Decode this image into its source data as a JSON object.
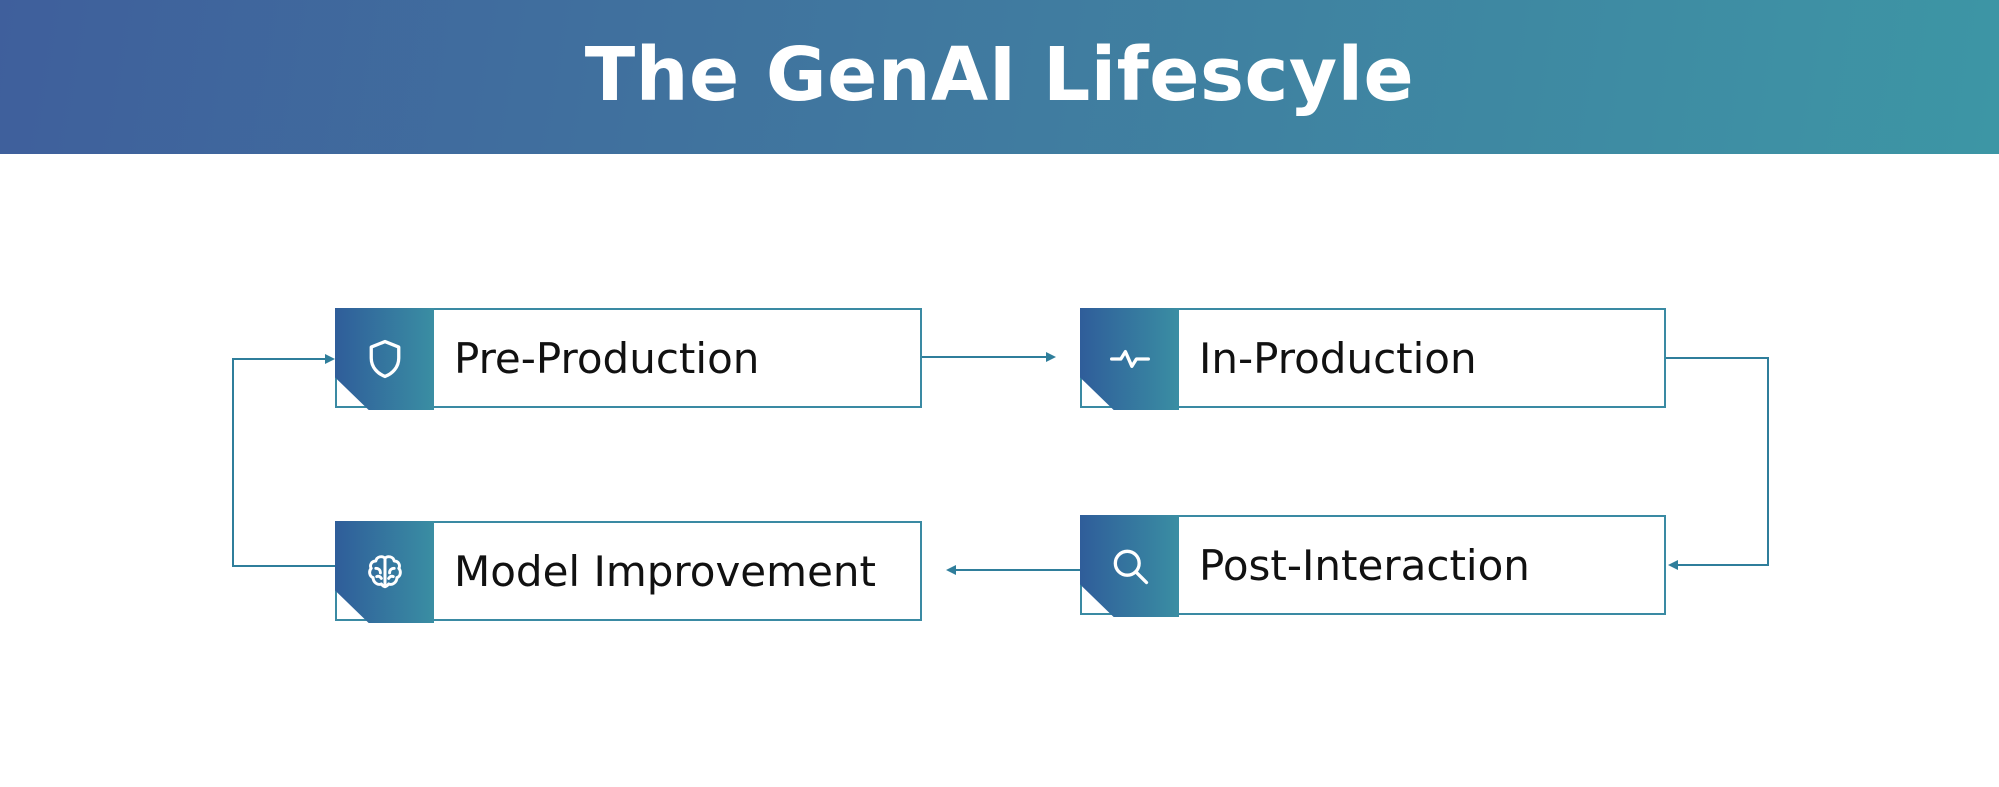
{
  "header": {
    "title": "The GenAI Lifescyle"
  },
  "stages": {
    "pre_production": {
      "label": "Pre-Production",
      "icon": "shield-icon"
    },
    "in_production": {
      "label": "In-Production",
      "icon": "pulse-icon"
    },
    "post_interaction": {
      "label": "Post-Interaction",
      "icon": "search-icon"
    },
    "model_improvement": {
      "label": "Model Improvement",
      "icon": "brain-icon"
    }
  },
  "colors": {
    "header_gradient_start": "#3f5f9c",
    "header_gradient_end": "#3d96a5",
    "accent": "#3a8aa3",
    "text": "#111111"
  }
}
